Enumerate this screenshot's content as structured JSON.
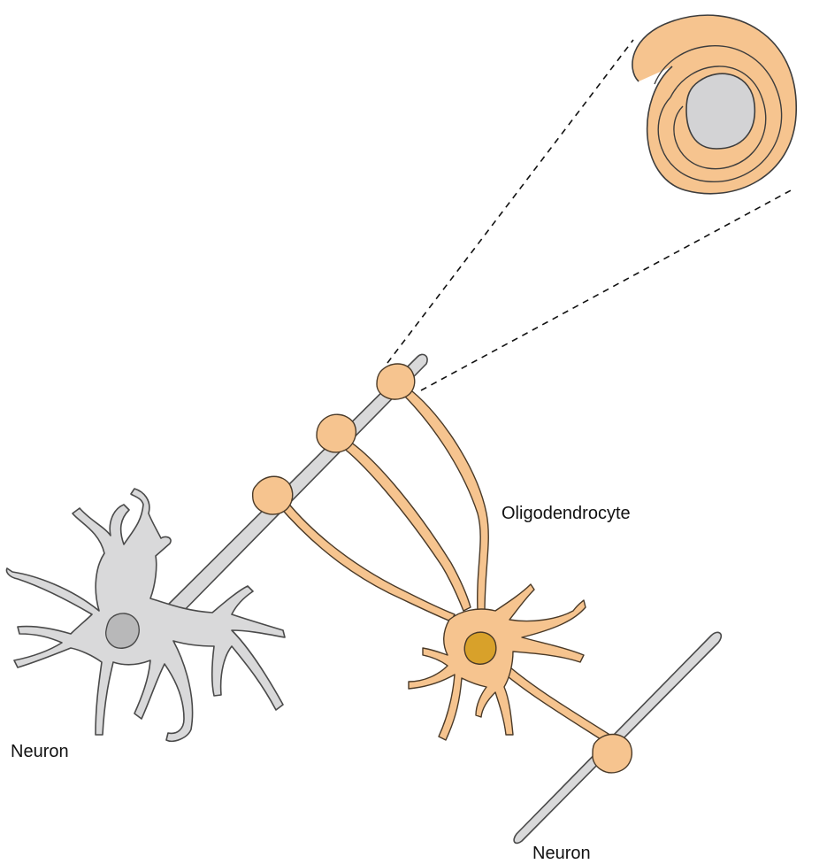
{
  "labels": {
    "oligodendrocyte": "Oligodendrocyte",
    "neuron_main": "Neuron",
    "neuron_secondary": "Neuron"
  },
  "colors": {
    "neuron_fill": "#d9d9da",
    "neuron_stroke": "#4a4a4a",
    "nucleus_fill": "#b8b8b9",
    "oligo_fill": "#f6c48f",
    "oligo_stroke": "#4a3a28",
    "oligo_nucleus_fill": "#d8a12a",
    "myelin_fill": "#f6c48f",
    "axon_core_fill": "#d3d3d5",
    "dash_color": "#111111"
  }
}
